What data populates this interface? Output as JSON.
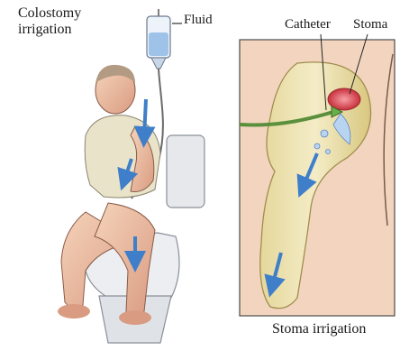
{
  "labels": {
    "title": "Colostomy\nirrigation",
    "fluid": "Fluid",
    "catheter": "Catheter",
    "stoma": "Stoma",
    "stoma_irrigation": "Stoma irrigation"
  },
  "colors": {
    "skin": "#f0c6a8",
    "skin_shade": "#d99c82",
    "shirt": "#e9e3c9",
    "toilet": "#e6e8ec",
    "bag_fluid": "#9fc3e8",
    "arrow": "#3f7fc9",
    "tube": "#5a8f3c",
    "stoma_red": "#d6404a",
    "panel_border": "#4a4a4a"
  }
}
